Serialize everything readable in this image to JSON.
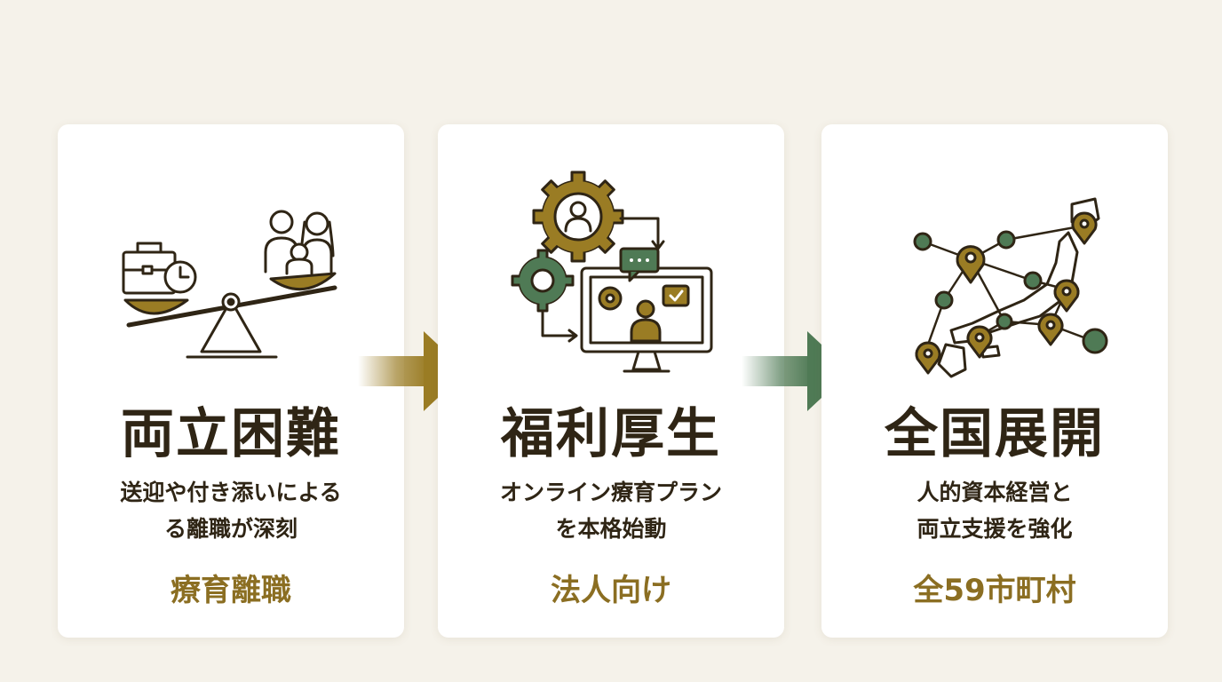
{
  "steps": [
    {
      "title": "両立困難",
      "desc_lines": [
        "送迎や付き添いによる",
        "る離職が深刻"
      ],
      "tag": "療育離職",
      "icon": "scale-balance-icon"
    },
    {
      "title": "福利厚生",
      "desc_lines": [
        "オンライン療育プラン",
        "を本格始動"
      ],
      "tag": "法人向け",
      "icon": "gear-monitor-icon"
    },
    {
      "title": "全国展開",
      "desc_lines": [
        "人的資本経営と",
        "両立支援を強化"
      ],
      "tag": "全59市町村",
      "icon": "map-network-icon"
    }
  ],
  "arrows": [
    {
      "icon": "arrow-right-icon",
      "color": "#9a7c24"
    },
    {
      "icon": "arrow-right-icon",
      "color": "#4f7a55"
    }
  ],
  "colors": {
    "accent_gold": "#9a7c24",
    "accent_green": "#4f7a55",
    "text_dark": "#2f2515",
    "background": "#f5f2ea"
  }
}
